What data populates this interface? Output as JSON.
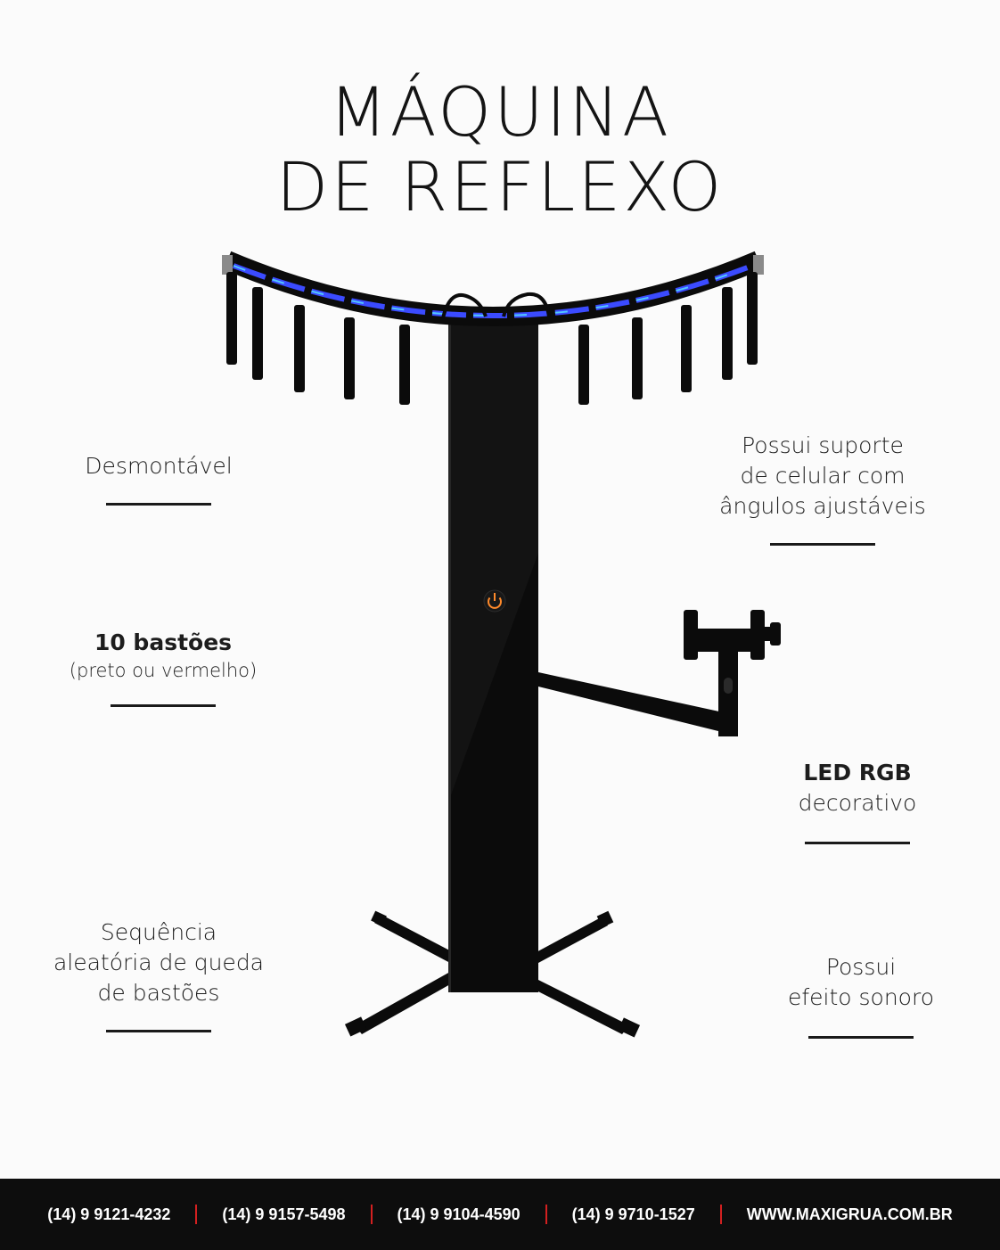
{
  "title": {
    "line1": "MÁQUINA",
    "line2": "DE REFLEXO"
  },
  "features": {
    "desmontavel": {
      "text": "Desmontável"
    },
    "bastoes": {
      "strong": "10 bastões",
      "sub": "(preto ou vermelho)"
    },
    "sequencia": {
      "line1": "Sequência",
      "line2": "aleatória de queda",
      "line3": "de bastões"
    },
    "suporte": {
      "line1": "Possui suporte",
      "line2": "de celular com",
      "line3": "ângulos ajustáveis"
    },
    "led": {
      "strong": "LED RGB",
      "sub": "decorativo"
    },
    "sonoro": {
      "line1": "Possui",
      "line2": "efeito sonoro"
    }
  },
  "product": {
    "power_icon": "power-icon",
    "led_color": "#3b4bff",
    "led_accent": "#53c8ff",
    "body_color": "#0b0b0b",
    "power_color": "#ff8a2b"
  },
  "footer": {
    "phones": [
      "(14) 9 9121-4232",
      "(14) 9 9157-5498",
      "(14) 9 9104-4590",
      "(14) 9 9710-1527"
    ],
    "website": "WWW.MAXIGRUA.COM.BR",
    "separator_color": "#d32020"
  }
}
